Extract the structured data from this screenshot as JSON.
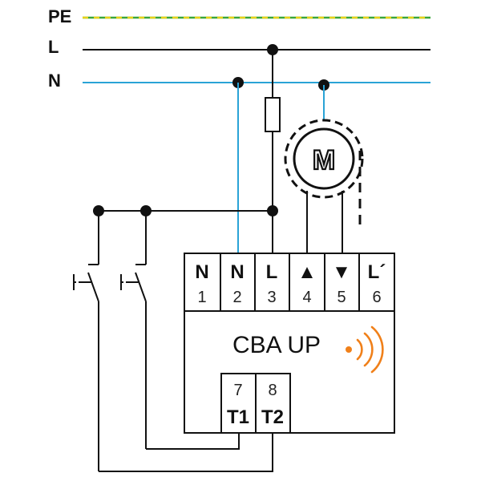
{
  "buses": {
    "pe": "PE",
    "l": "L",
    "n": "N"
  },
  "device": {
    "title": "CBA UP",
    "terminals": [
      {
        "name": "N",
        "number": "1"
      },
      {
        "name": "N",
        "number": "2"
      },
      {
        "name": "L",
        "number": "3"
      },
      {
        "name": "▲",
        "number": "4"
      },
      {
        "name": "▼",
        "number": "5"
      },
      {
        "name": "L´",
        "number": "6"
      }
    ],
    "inputs": [
      {
        "name": "T1",
        "number": "7"
      },
      {
        "name": "T2",
        "number": "8"
      }
    ]
  },
  "motor": {
    "letter": "M"
  },
  "colors": {
    "neutral_wire": "#2aa3d6",
    "phase_wire": "#111111",
    "pe_green": "#3aa63a",
    "pe_yellow": "#e8d21a",
    "wireless_icon": "#f0801a"
  },
  "icons": [
    "wireless-signal-icon",
    "fuse-icon",
    "motor-icon",
    "push-button-icon"
  ]
}
